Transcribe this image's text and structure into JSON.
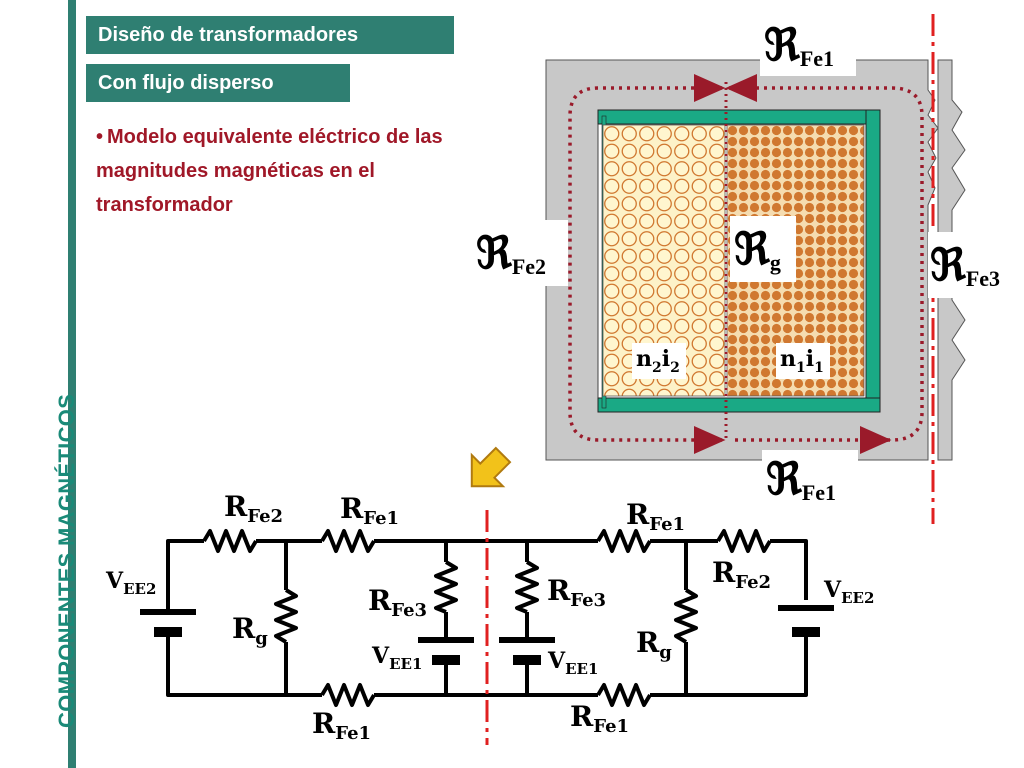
{
  "side_title": "COMPONENTES MAGNÉTICOS",
  "header": {
    "title": "Diseño de transformadores",
    "subtitle": "Con flujo disperso"
  },
  "bullet": {
    "text": "Modelo equivalente eléctrico de las magnitudes magnéticas en el transformador"
  },
  "core_diagram": {
    "reluctances": [
      {
        "symbol": "ℜ",
        "sub": "Fe1"
      },
      {
        "symbol": "ℜ",
        "sub": "Fe2"
      },
      {
        "symbol": "ℜ",
        "sub": "g"
      },
      {
        "symbol": "ℜ",
        "sub": "Fe3"
      },
      {
        "symbol": "ℜ",
        "sub": "Fe1"
      }
    ],
    "windings": [
      {
        "n": "n",
        "ns": "2",
        "i": "i",
        "is": "2"
      },
      {
        "n": "n",
        "ns": "1",
        "i": "i",
        "is": "1"
      }
    ]
  },
  "circuit": {
    "labels": [
      {
        "main": "R",
        "sub": "Fe2"
      },
      {
        "main": "R",
        "sub": "Fe1"
      },
      {
        "main": "R",
        "sub": "Fe1"
      },
      {
        "main": "R",
        "sub": "Fe2"
      },
      {
        "main": "V",
        "sub": "EE2"
      },
      {
        "main": "V",
        "sub": "EE2"
      },
      {
        "main": "R",
        "sub": "Fe3"
      },
      {
        "main": "R",
        "sub": "Fe3"
      },
      {
        "main": "R",
        "sub": "g"
      },
      {
        "main": "R",
        "sub": "g"
      },
      {
        "main": "V",
        "sub": "EE1"
      },
      {
        "main": "V",
        "sub": "EE1"
      },
      {
        "main": "R",
        "sub": "Fe1"
      },
      {
        "main": "R",
        "sub": "Fe1"
      }
    ]
  },
  "colors": {
    "teal": "#2f7f72",
    "title_red": "#a01828",
    "flux_red": "#9a1a2a",
    "copper": "#d07830",
    "core_gray": "#c8c8c8"
  }
}
